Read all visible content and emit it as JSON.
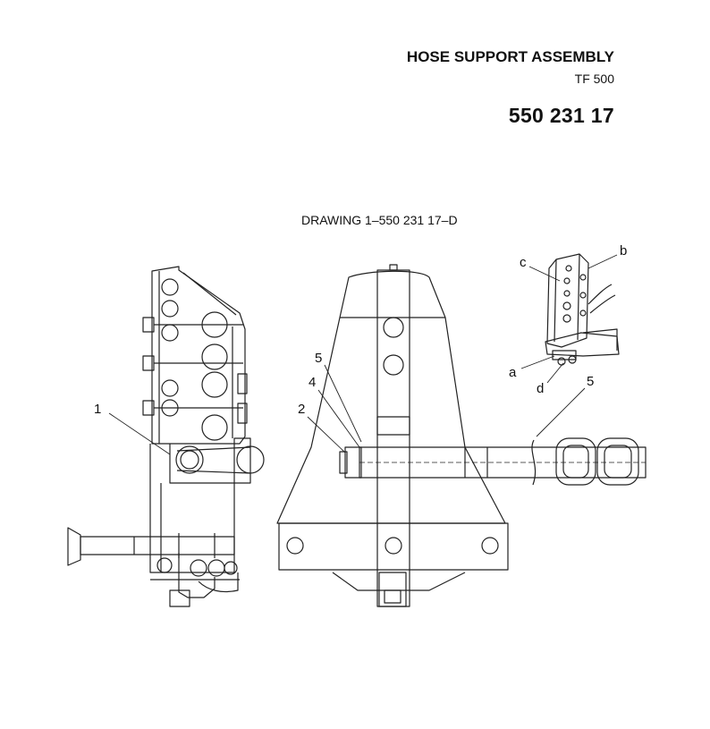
{
  "header": {
    "title": "HOSE SUPPORT ASSEMBLY",
    "model": "TF 500",
    "part_number": "550 231 17"
  },
  "drawing": {
    "label": "DRAWING 1–550 231 17–D",
    "callouts": {
      "c1": "1",
      "c2": "2",
      "c4": "4",
      "c5_front": "5",
      "c5_detail": "5",
      "a": "a",
      "b": "b",
      "c": "c",
      "d": "d"
    }
  }
}
